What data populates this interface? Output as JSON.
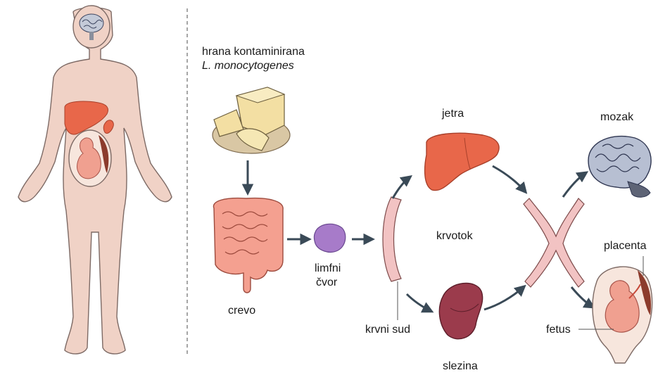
{
  "source": {
    "line1": "hrana kontaminirana",
    "line2": "L. monocytogenes"
  },
  "labels": {
    "intestine": "crevo",
    "lymph_line1": "limfni",
    "lymph_line2": "čvor",
    "bloodstream": "krvotok",
    "liver": "jetra",
    "spleen": "slezina",
    "blood_vessel": "krvni sud",
    "brain": "mozak",
    "placenta": "placenta",
    "fetus": "fetus"
  },
  "colors": {
    "skin": "#f0d2c6",
    "skin_outline": "#7d6a65",
    "liver": "#e8674a",
    "intestine": "#f4a090",
    "lymph_node": "#a77bc9",
    "spleen": "#9b3b4c",
    "vessel": "#f2c3c3",
    "arrow": "#3a4a57",
    "brain": "#b7bfd2",
    "cheese": "#f3dfa3"
  }
}
